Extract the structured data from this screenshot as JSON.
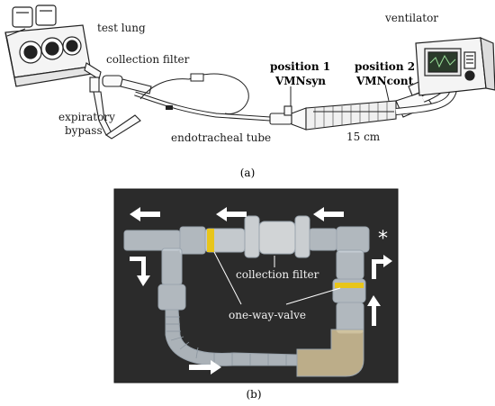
{
  "panel_a": {
    "labels": {
      "test_lung": "test lung",
      "collection_filter": "collection filter",
      "expiratory_1": "expiratory",
      "expiratory_2": "bypass",
      "endotracheal_tube": "endotracheal tube",
      "position1_line1": "position 1",
      "position1_line2": "VMNsyn",
      "position2_line1": "position 2",
      "position2_line2": "VMNcont",
      "ventilator": "ventilator",
      "distance": "15 cm"
    },
    "caption": "(a)"
  },
  "panel_b": {
    "labels": {
      "collection_filter": "collection filter",
      "one_way_valve": "one-way-valve",
      "asterisk": "*"
    },
    "caption": "(b)"
  },
  "colors": {
    "photo_background": "#2b2b2b",
    "valve_accent": "#e8c51a",
    "arrow": "#ffffff"
  }
}
